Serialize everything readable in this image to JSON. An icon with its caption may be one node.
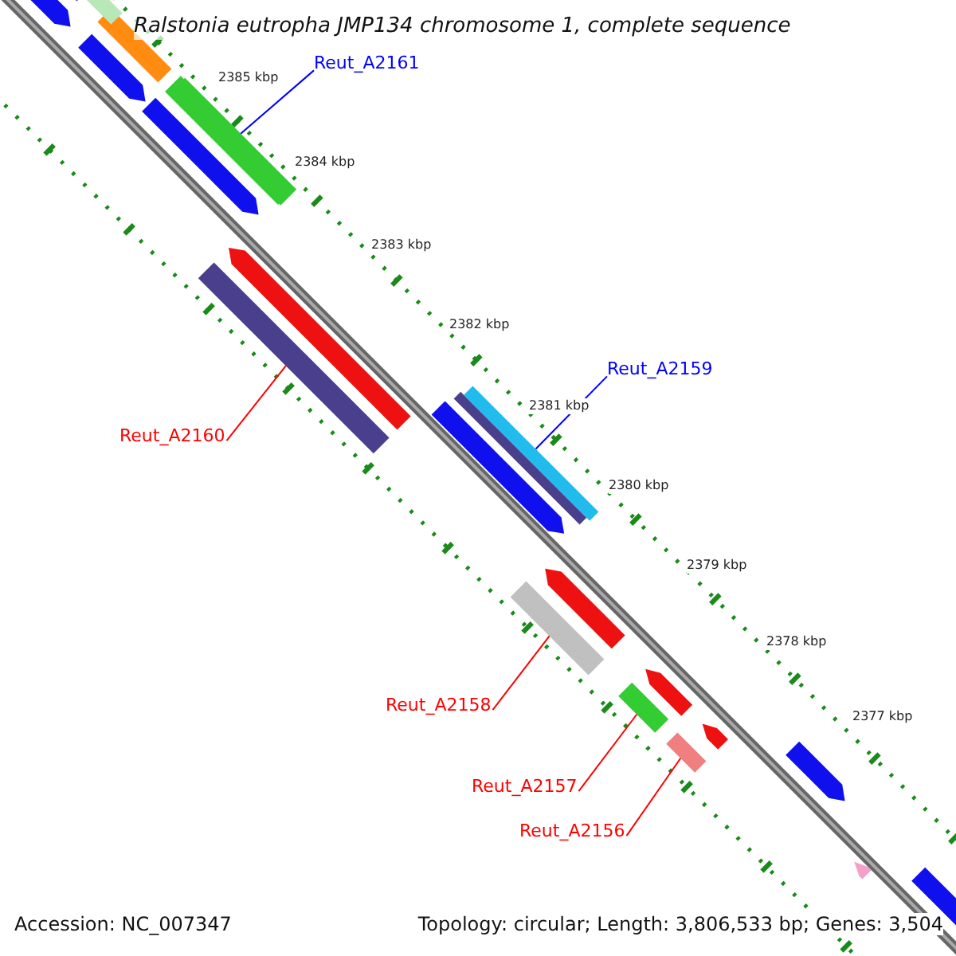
{
  "diagram": {
    "title": "Ralstonia eutropha JMP134 chromosome 1, complete sequence",
    "nodes": [
      {
        "text": [
          "Reut_A2161"
        ]
      },
      {
        "text": [],
        "shape": "bar"
      },
      {
        "text": [
          "Reut_A2159"
        ]
      },
      {
        "text": [],
        "shape": "bar"
      },
      {
        "text": [
          "Reut_A2160"
        ]
      },
      {
        "text": [],
        "shape": "bar"
      },
      {
        "text": [
          "Reut_A2158"
        ]
      },
      {
        "text": [],
        "shape": "bar"
      },
      {
        "text": [
          "Reut_A2157"
        ]
      },
      {
        "text": [],
        "shape": "bar"
      },
      {
        "text": [
          "Reut_A2156"
        ]
      },
      {
        "text": [],
        "shape": "bar"
      }
    ],
    "edges": [
      {
        "from": 0,
        "to": 1,
        "arrow": "none",
        "color": "#0000ff"
      },
      {
        "from": 2,
        "to": 3,
        "arrow": "none",
        "color": "#0000ff"
      },
      {
        "from": 4,
        "to": 5,
        "arrow": "none"
      },
      {
        "from": 6,
        "to": 7,
        "arrow": "none"
      },
      {
        "from": 8,
        "to": 9,
        "arrow": "none"
      },
      {
        "from": 10,
        "to": 11,
        "arrow": "none"
      }
    ],
    "labels": [
      "2385 kbp",
      "2384 kbp",
      "2383 kbp",
      "2382 kbp",
      "2381 kbp",
      "2380 kbp",
      "2379 kbp",
      "2378 kbp",
      "2377 kbp",
      "Accession: NC_007347",
      "Topology: circular; Length: 3,806,533 bp; Genes: 3,504"
    ]
  }
}
